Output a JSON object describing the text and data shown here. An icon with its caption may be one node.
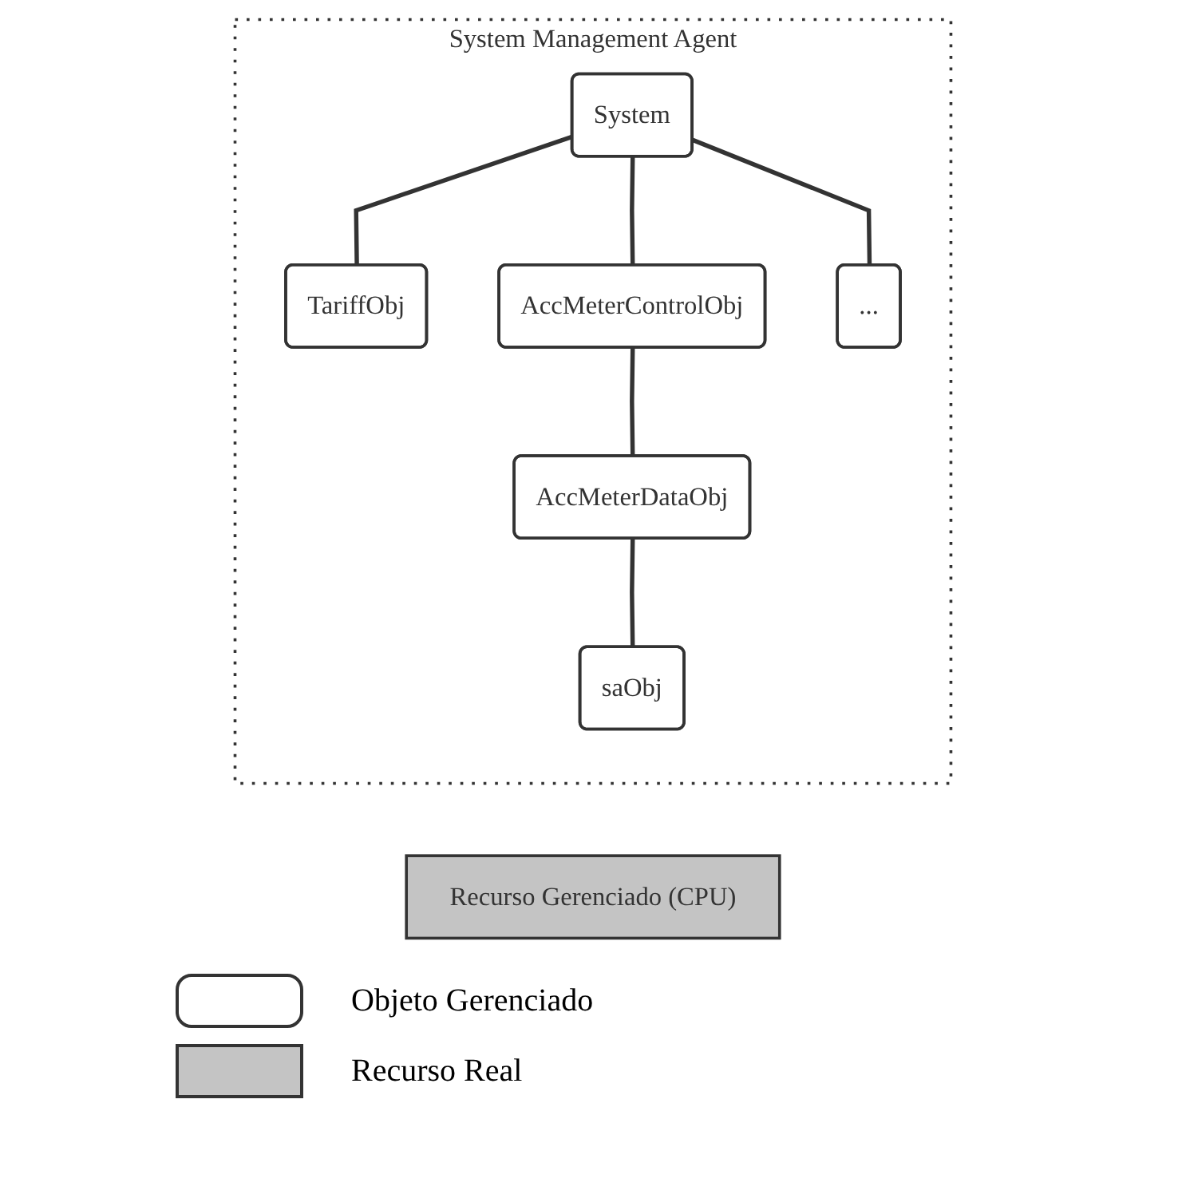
{
  "diagram": {
    "nodes": [
      {
        "text": [
          "System Management Agent"
        ]
      },
      {
        "text": [
          "System"
        ],
        "in": 0
      },
      {
        "text": [
          "TariffObj"
        ],
        "in": 0
      },
      {
        "text": [
          "AccMeterControlObj"
        ],
        "in": 0
      },
      {
        "text": [
          "..."
        ],
        "in": 0
      },
      {
        "text": [
          "AccMeterDataObj"
        ],
        "in": 0
      },
      {
        "text": [
          "saObj"
        ],
        "in": 0
      },
      {
        "text": [
          "Recurso Gerenciado (CPU)"
        ]
      }
    ],
    "edges": [
      {
        "from": 1,
        "to": 2,
        "arrow": "none"
      },
      {
        "from": 1,
        "to": 3,
        "arrow": "none"
      },
      {
        "from": 1,
        "to": 4,
        "arrow": "none"
      },
      {
        "from": 3,
        "to": 5,
        "arrow": "none"
      },
      {
        "from": 5,
        "to": 6,
        "arrow": "none"
      }
    ],
    "legend": [
      {
        "text": "Objeto Gerenciado"
      },
      {
        "text": "Recurso Real",
        "color": "#c4c4c4"
      }
    ]
  }
}
